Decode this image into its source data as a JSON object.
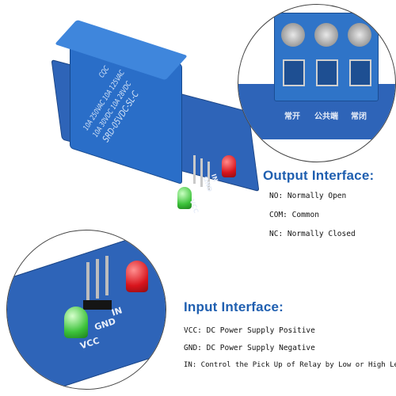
{
  "relay": {
    "brand": "CQC",
    "ratings": [
      "10A 250VAC  10A 125VAC",
      "10A  30VDC  10A  28VDC"
    ],
    "model": "SRD-05VDC-SL-C"
  },
  "board_labels": {
    "in": "IN",
    "gnd": "GND",
    "vcc": "VCC"
  },
  "terminal_labels": [
    "常开",
    "公共端",
    "常闭"
  ],
  "output": {
    "title": "Output Interface:",
    "items": [
      "NO: Normally Open",
      "COM: Common",
      "NC: Normally Closed"
    ]
  },
  "input": {
    "title": "Input Interface:",
    "items": [
      "VCC: DC Power Supply Positive",
      "GND: DC Power Supply Negative",
      "IN: Control the Pick Up of Relay by Low or High Level"
    ]
  },
  "colors": {
    "pcb": "#2e64b8",
    "terminal": "#2f74c8",
    "heading": "#1f5fb0",
    "led_red": "#d8141c",
    "led_green": "#3cc23a"
  }
}
